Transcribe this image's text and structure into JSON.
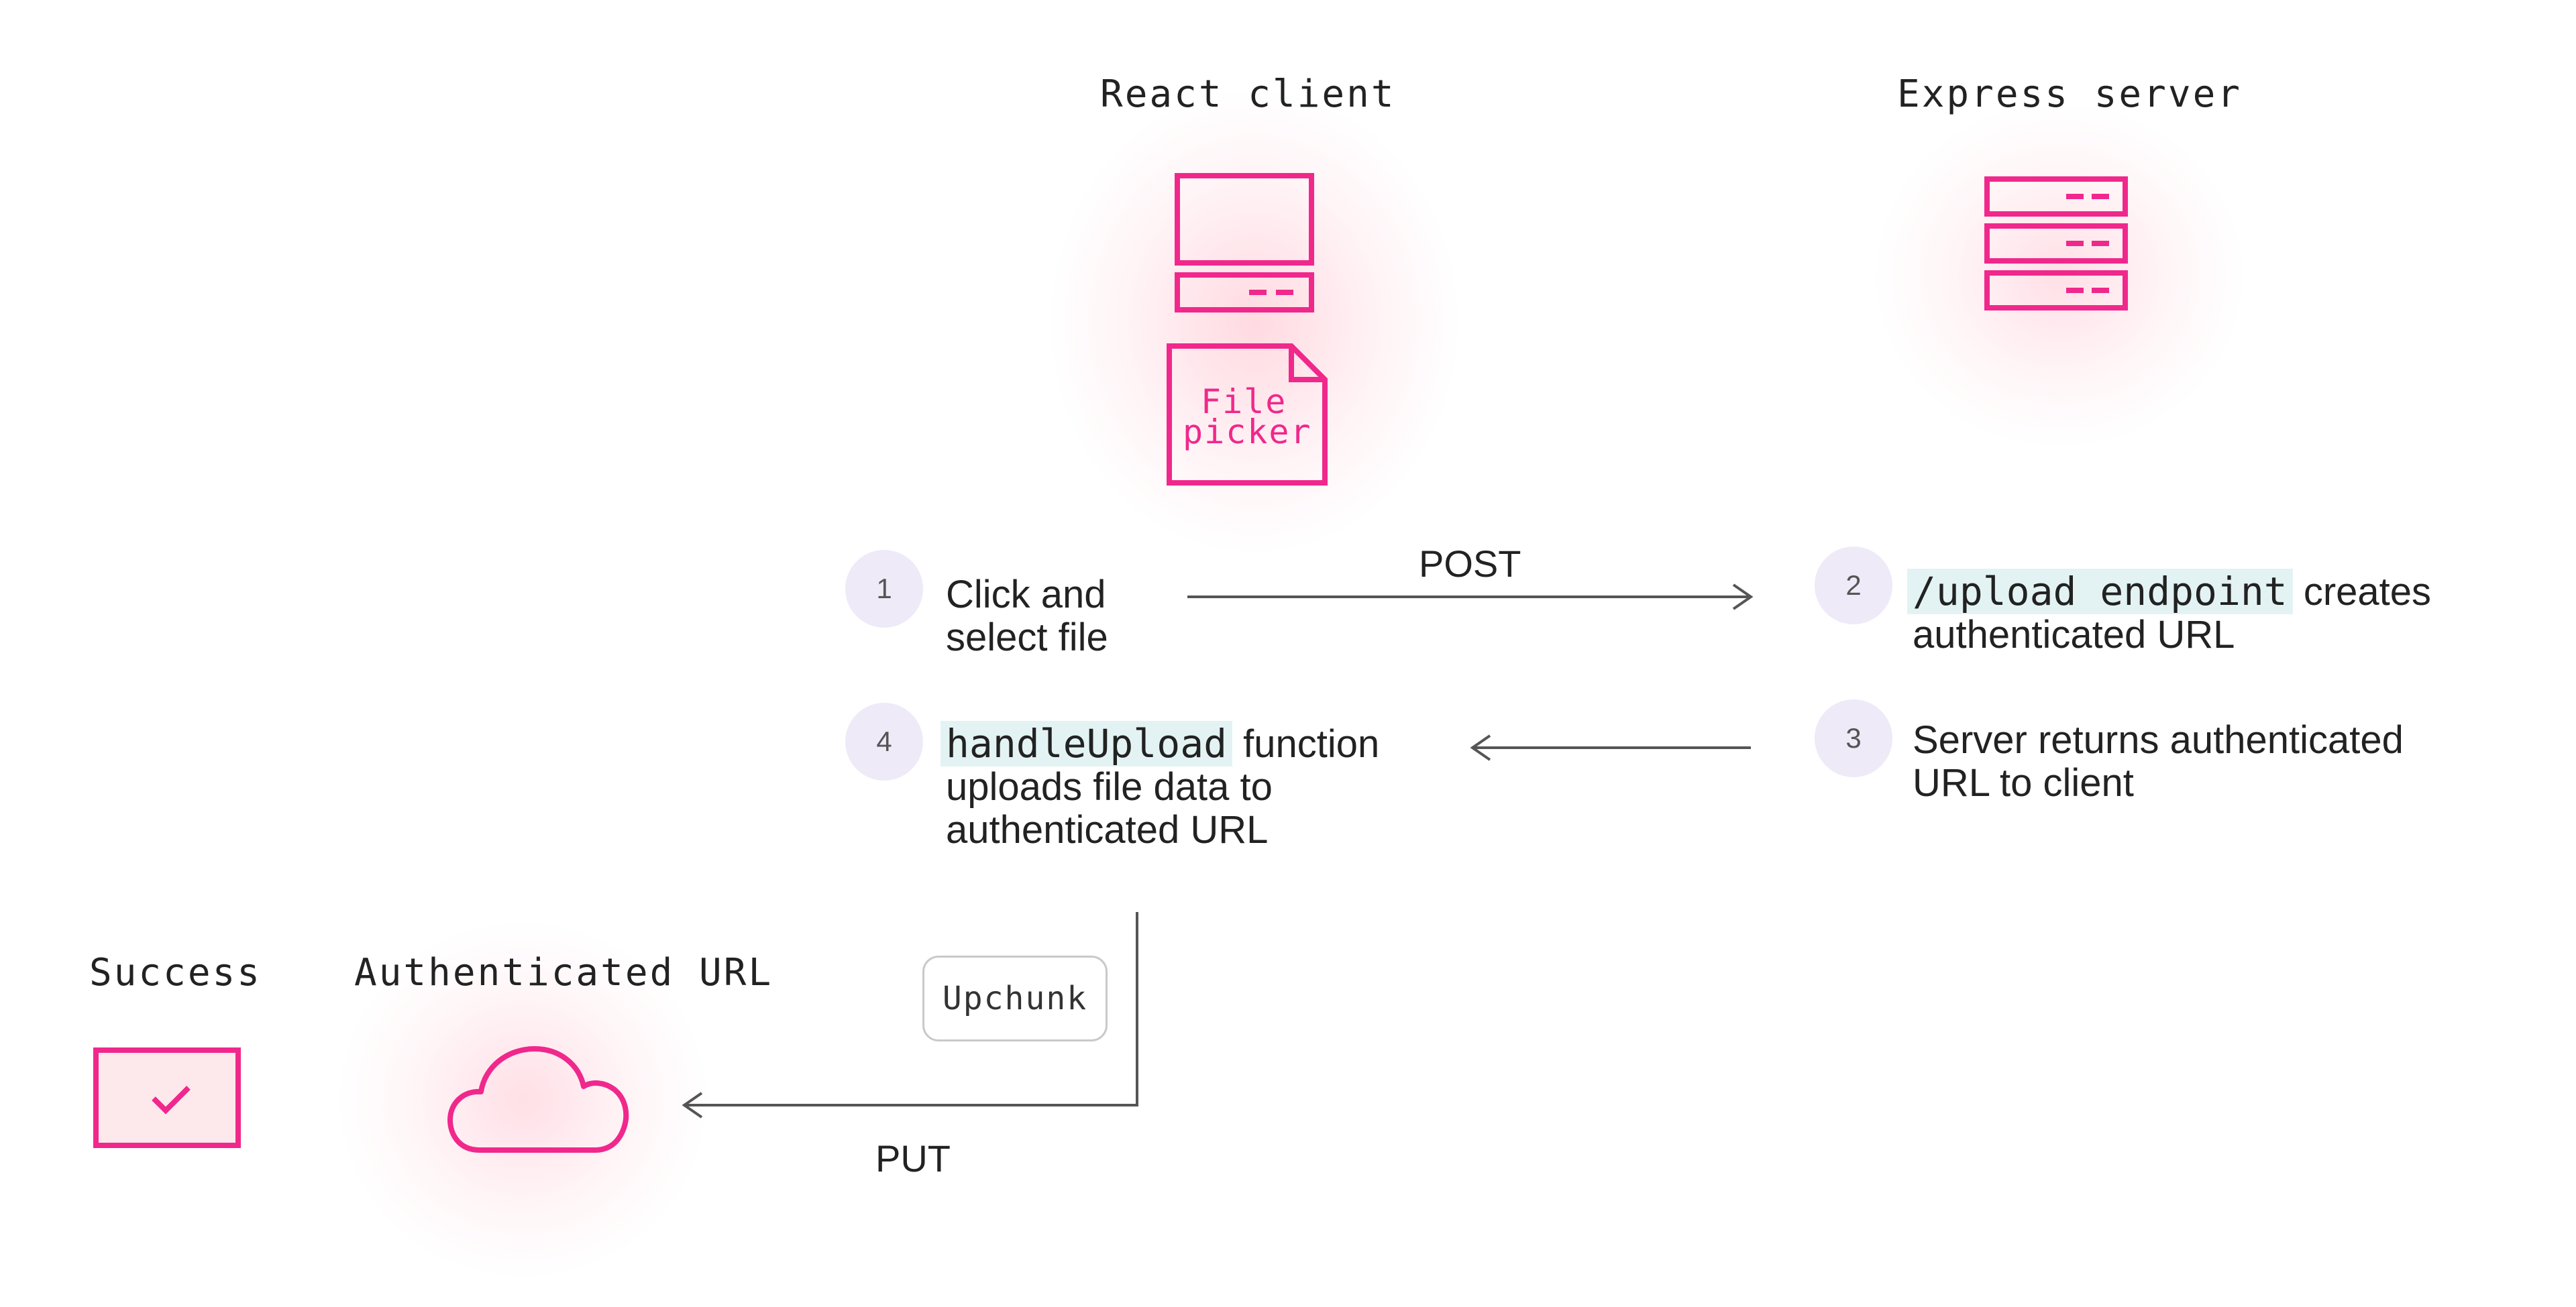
{
  "nodes": {
    "react_client": {
      "title": "React client",
      "file_picker_line1": "File",
      "file_picker_line2": "picker"
    },
    "express_server": {
      "title": "Express server"
    },
    "success": {
      "title": "Success"
    },
    "authenticated_url": {
      "title": "Authenticated URL"
    }
  },
  "steps": [
    {
      "number": "1",
      "line1": "Click and",
      "line2": "select file"
    },
    {
      "number": "2",
      "code": "/upload endpoint",
      "line1_rest": " creates",
      "line2": "authenticated URL"
    },
    {
      "number": "3",
      "line1": "Server returns authenticated",
      "line2": "URL to client"
    },
    {
      "number": "4",
      "code": "handleUpload",
      "line1_rest": " function",
      "line2": "uploads file data to",
      "line3": "authenticated URL"
    }
  ],
  "edges": {
    "post_label": "POST",
    "put_label": "PUT",
    "upchunk_label": "Upchunk"
  },
  "colors": {
    "accent": "#f0288c",
    "glow": "#ffd9df",
    "badge_bg": "#eeeaf8",
    "code_bg": "#e3f3f3",
    "arrow": "#555555"
  },
  "icons": [
    "computer-icon",
    "file-icon",
    "server-icon",
    "cloud-icon",
    "checkmark-icon"
  ]
}
